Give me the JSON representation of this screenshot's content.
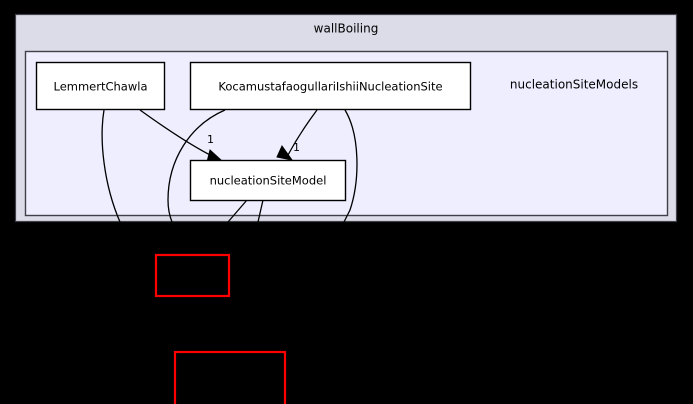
{
  "diagram": {
    "type": "directory-dependency-graph",
    "background_color": "#000000",
    "outer_cluster": {
      "label": "wallBoiling",
      "fill_color": "#dcdce8",
      "border_color": "#404049"
    },
    "inner_cluster": {
      "label": "nucleationSiteModels",
      "fill_color": "#eeeeff",
      "border_color": "#404049"
    },
    "nodes": [
      {
        "id": "lemmertChawla",
        "label": "LemmertChawla",
        "fill_color": "#ffffff",
        "border_color": "#000000"
      },
      {
        "id": "kocamustafaogullariIshiiNucleationSite",
        "label": "KocamustafaogullariIshiiNucleationSite",
        "fill_color": "#ffffff",
        "border_color": "#000000"
      },
      {
        "id": "nucleationSiteModel",
        "label": "nucleationSiteModel",
        "fill_color": "#ffffff",
        "border_color": "#000000"
      },
      {
        "id": "redBoxSmall",
        "label": "",
        "fill_color": "#000000",
        "border_color": "#ff0000"
      },
      {
        "id": "redBoxLarge",
        "label": "",
        "fill_color": "#000000",
        "border_color": "#ff0000"
      }
    ],
    "edges": [
      {
        "from": "lemmertChawla",
        "to": "nucleationSiteModel",
        "label": "1"
      },
      {
        "from": "kocamustafaogullariIshiiNucleationSite",
        "to": "nucleationSiteModel",
        "label": "1"
      }
    ]
  }
}
